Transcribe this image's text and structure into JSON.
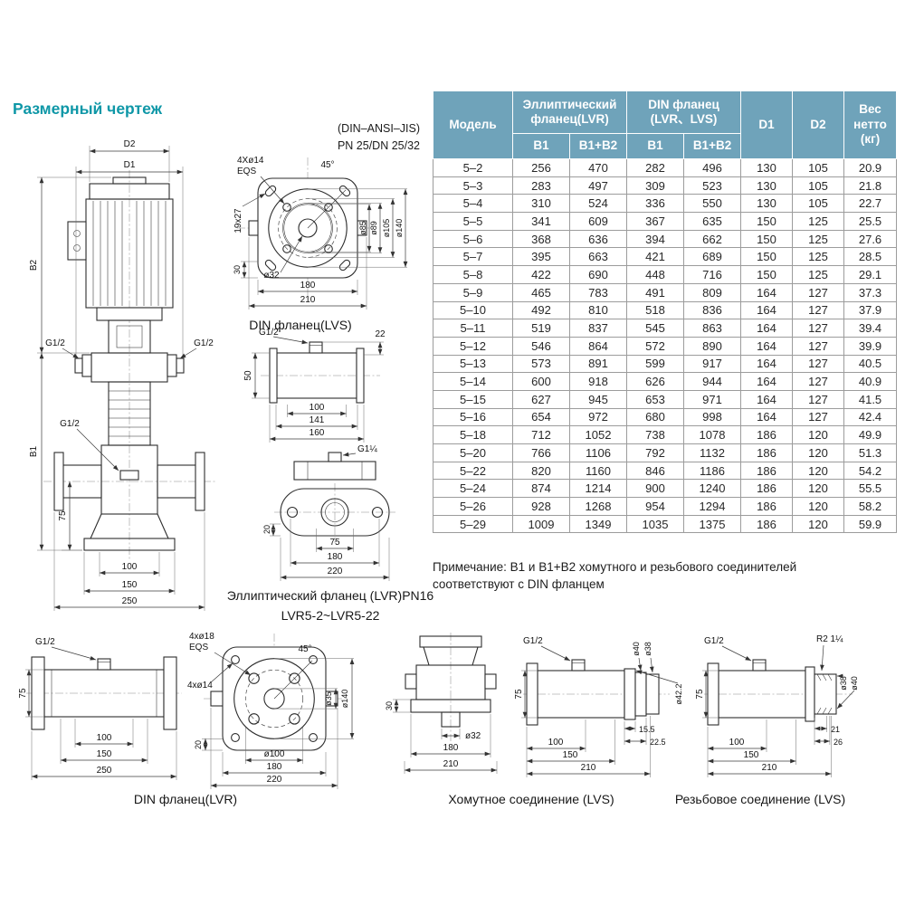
{
  "title": "Размерный чертеж",
  "annotations": {
    "standard_line1": "(DIN–ANSI–JIS)",
    "standard_line2": "PN 25/DN 25/32"
  },
  "captions": {
    "din_lvs": "DIN фланец(LVS)",
    "elliptical_line1": "Эллиптический фланец (LVR)PN16",
    "elliptical_line2": "LVR5-2~LVR5-22",
    "din_lvr": "DIN фланец(LVR)",
    "clamp": "Хомутное соединение (LVS)",
    "threaded": "Резьбовое соединение (LVS)"
  },
  "table": {
    "header": {
      "model": "Модель",
      "elliptical_line1": "Эллиптический",
      "elliptical_line2": "фланец(LVR)",
      "din_line1": "DIN фланец",
      "din_line2": "(LVR、LVS)",
      "b1": "B1",
      "b1_b2": "B1+B2",
      "d1": "D1",
      "d2": "D2",
      "weight_line1": "Вес",
      "weight_line2": "нетто",
      "weight_line3": "(кг)"
    },
    "rows": [
      [
        "5–2",
        "256",
        "470",
        "282",
        "496",
        "130",
        "105",
        "20.9"
      ],
      [
        "5–3",
        "283",
        "497",
        "309",
        "523",
        "130",
        "105",
        "21.8"
      ],
      [
        "5–4",
        "310",
        "524",
        "336",
        "550",
        "130",
        "105",
        "22.7"
      ],
      [
        "5–5",
        "341",
        "609",
        "367",
        "635",
        "150",
        "125",
        "25.5"
      ],
      [
        "5–6",
        "368",
        "636",
        "394",
        "662",
        "150",
        "125",
        "27.6"
      ],
      [
        "5–7",
        "395",
        "663",
        "421",
        "689",
        "150",
        "125",
        "28.5"
      ],
      [
        "5–8",
        "422",
        "690",
        "448",
        "716",
        "150",
        "125",
        "29.1"
      ],
      [
        "5–9",
        "465",
        "783",
        "491",
        "809",
        "164",
        "127",
        "37.3"
      ],
      [
        "5–10",
        "492",
        "810",
        "518",
        "836",
        "164",
        "127",
        "37.9"
      ],
      [
        "5–11",
        "519",
        "837",
        "545",
        "863",
        "164",
        "127",
        "39.4"
      ],
      [
        "5–12",
        "546",
        "864",
        "572",
        "890",
        "164",
        "127",
        "39.9"
      ],
      [
        "5–13",
        "573",
        "891",
        "599",
        "917",
        "164",
        "127",
        "40.5"
      ],
      [
        "5–14",
        "600",
        "918",
        "626",
        "944",
        "164",
        "127",
        "40.9"
      ],
      [
        "5–15",
        "627",
        "945",
        "653",
        "971",
        "164",
        "127",
        "41.5"
      ],
      [
        "5–16",
        "654",
        "972",
        "680",
        "998",
        "164",
        "127",
        "42.4"
      ],
      [
        "5–18",
        "712",
        "1052",
        "738",
        "1078",
        "186",
        "120",
        "49.9"
      ],
      [
        "5–20",
        "766",
        "1106",
        "792",
        "1132",
        "186",
        "120",
        "51.3"
      ],
      [
        "5–22",
        "820",
        "1160",
        "846",
        "1186",
        "186",
        "120",
        "54.2"
      ],
      [
        "5–24",
        "874",
        "1214",
        "900",
        "1240",
        "186",
        "120",
        "55.5"
      ],
      [
        "5–26",
        "928",
        "1268",
        "954",
        "1294",
        "186",
        "120",
        "58.2"
      ],
      [
        "5–29",
        "1009",
        "1349",
        "1035",
        "1375",
        "186",
        "120",
        "59.9"
      ]
    ],
    "note_line1": "Примечание: В1 и В1+В2 хомутного и резьбового соединителей",
    "note_line2": "соответствуют с DIN фланцем"
  },
  "drawings": {
    "main": {
      "d2": "D2",
      "d1": "D1",
      "b2": "B2",
      "b1": "B1",
      "g12": "G1/2",
      "dim75": "75",
      "dim100": "100",
      "dim150": "150",
      "dim250": "250"
    },
    "flange_lvs": {
      "bolts": "4Xø14",
      "eqs": "EQS",
      "angle": "45°",
      "d85": "ø85",
      "d89": "ø89",
      "d105": "ø105",
      "d140": "ø140",
      "d32": "ø32",
      "slot": "19x27",
      "dim30": "30",
      "dim180": "180",
      "dim210": "210"
    },
    "side_lvs": {
      "g12": "G1/2",
      "dim22": "22",
      "dim50": "50",
      "dim100": "100",
      "dim141": "141",
      "dim160": "160"
    },
    "oval_lvr": {
      "g114": "G1¼",
      "dim20": "20",
      "dim75": "75",
      "dim180": "180",
      "dim220": "220"
    },
    "side_lvr": {
      "g12": "G1/2",
      "dim75": "75",
      "dim100": "100",
      "dim150": "150",
      "dim250": "250"
    },
    "flange_lvr": {
      "bolts18": "4xø18",
      "eqs": "EQS",
      "angle": "45°",
      "bolts14": "4xø14",
      "d35": "ø35",
      "d140": "ø140",
      "d100": "ø100",
      "dim20": "20",
      "dim180": "180",
      "dim220": "220"
    },
    "clamp_head": {
      "dim30": "30",
      "d32": "ø32",
      "dim180": "180",
      "dim210": "210"
    },
    "clamp_side": {
      "g12": "G1/2",
      "dim75": "75",
      "d38": "ø38",
      "d40": "ø40",
      "d422": "ø42.2",
      "dim155": "15.5",
      "dim225": "22.5",
      "dim100": "100",
      "dim150": "150",
      "dim210": "210"
    },
    "thread_side": {
      "g12": "G1/2",
      "thread": "R2 1¼",
      "dim75": "75",
      "d38": "ø38",
      "d40": "ø40",
      "dim21": "21",
      "dim26": "26",
      "dim100": "100",
      "dim150": "150",
      "dim210": "210"
    }
  }
}
